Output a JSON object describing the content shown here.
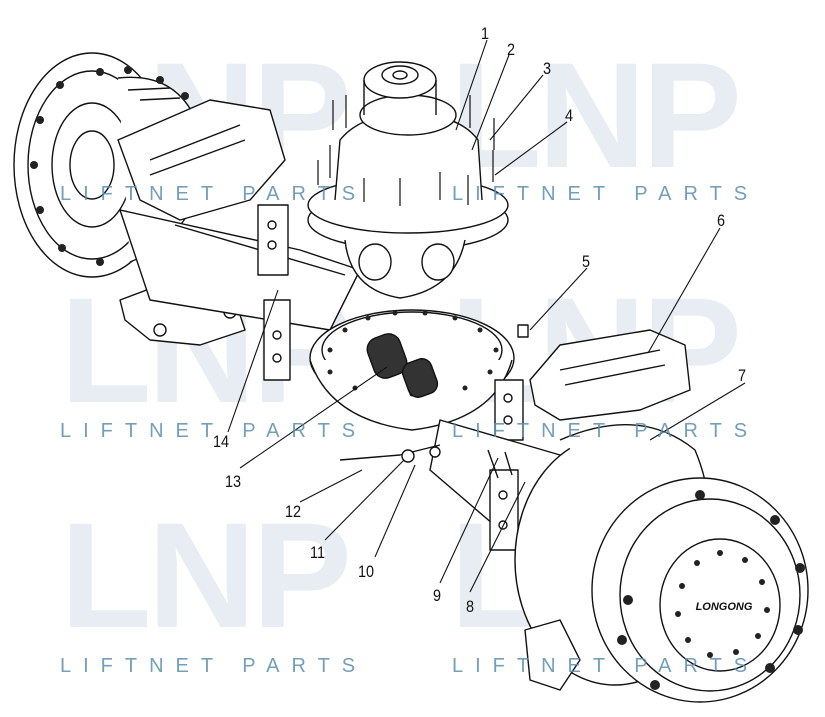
{
  "watermark": {
    "logo": "LNP",
    "text": "LIFTNET PARTS"
  },
  "hub_brand": "LONGONG",
  "callouts": [
    {
      "id": "1",
      "label": "1"
    },
    {
      "id": "2",
      "label": "2"
    },
    {
      "id": "3",
      "label": "3"
    },
    {
      "id": "4",
      "label": "4"
    },
    {
      "id": "5",
      "label": "5"
    },
    {
      "id": "6",
      "label": "6"
    },
    {
      "id": "7",
      "label": "7"
    },
    {
      "id": "8",
      "label": "8"
    },
    {
      "id": "9",
      "label": "9"
    },
    {
      "id": "10",
      "label": "10"
    },
    {
      "id": "11",
      "label": "11"
    },
    {
      "id": "12",
      "label": "12"
    },
    {
      "id": "13",
      "label": "13"
    },
    {
      "id": "14",
      "label": "14"
    }
  ]
}
